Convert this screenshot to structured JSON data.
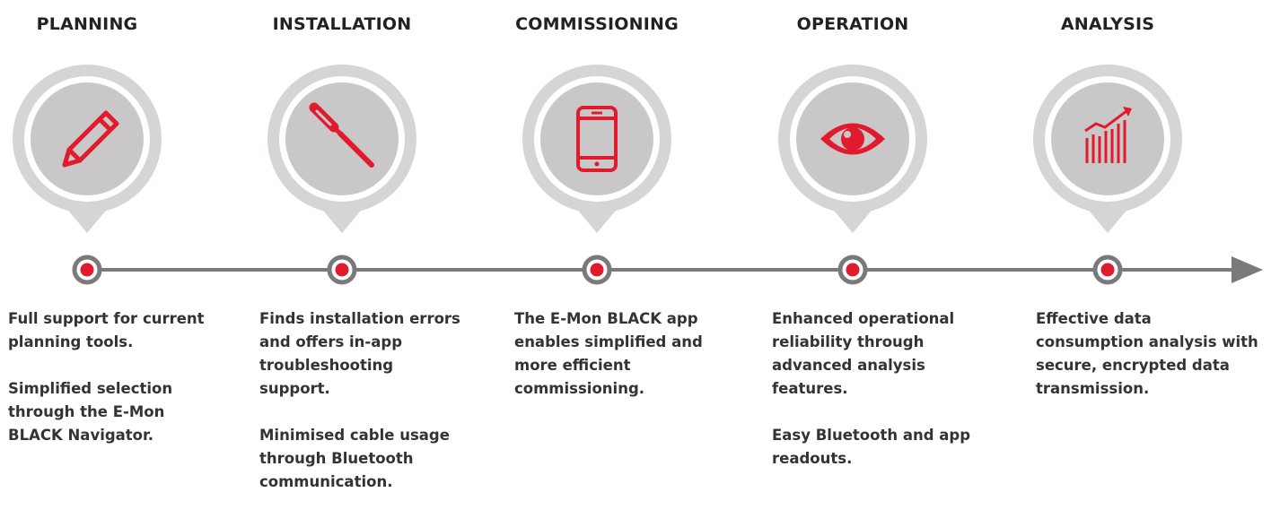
{
  "colors": {
    "accent": "#e11b2e",
    "pin_outer": "#d6d4d5",
    "pin_inner": "#c9c7c8",
    "line": "#7a7a7a",
    "text": "#333333"
  },
  "stages": [
    {
      "title": "PLANNING",
      "icon": "pencil-icon",
      "paragraphs": [
        "Full support for current planning tools.",
        "Simplified selection through the E-Mon BLACK Navigator."
      ]
    },
    {
      "title": "INSTALLATION",
      "icon": "screwdriver-icon",
      "paragraphs": [
        "Finds installation errors and offers in-app troubleshooting support.",
        "Minimised cable usage through Bluetooth communication."
      ]
    },
    {
      "title": "COMMISSIONING",
      "icon": "smartphone-icon",
      "paragraphs": [
        "The E-Mon BLACK app enables simplified and more efficient commissioning."
      ]
    },
    {
      "title": "OPERATION",
      "icon": "eye-icon",
      "paragraphs": [
        "Enhanced operational reliability through advanced analysis features.",
        "Easy Bluetooth and app readouts."
      ]
    },
    {
      "title": "ANALYSIS",
      "icon": "chart-growth-icon",
      "paragraphs": [
        "Effective data consumption analysis with secure, encrypted data transmission."
      ]
    }
  ]
}
